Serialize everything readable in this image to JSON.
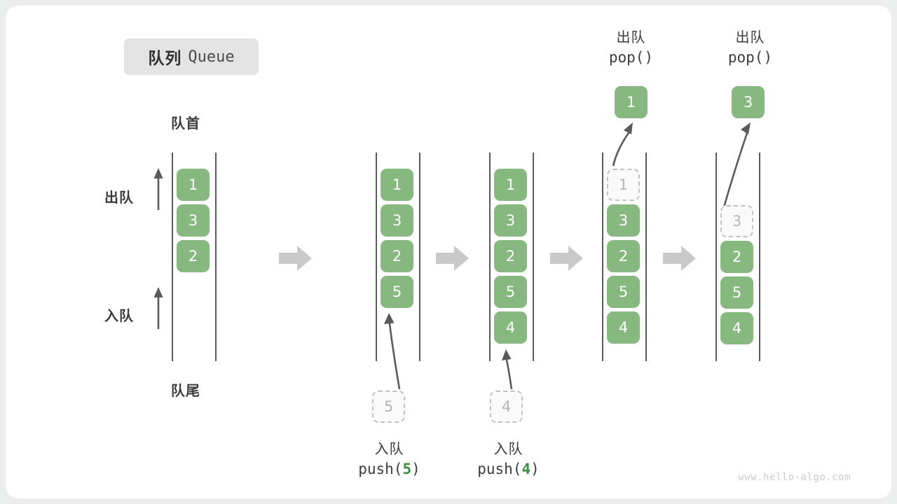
{
  "title": {
    "cn": "队列",
    "en": "Queue"
  },
  "labels": {
    "front": "队首",
    "rear": "队尾",
    "dequeue": "出队",
    "enqueue": "入队"
  },
  "colors": {
    "cell_green": "#86b87f",
    "ghost_fill": "#fafafa",
    "ghost_border": "#c2c2c2",
    "ghost_text": "#b5b5b5",
    "rail": "#5b5b5b",
    "arrow_dark": "#5b5b5b",
    "step_arrow": "#c9c9c9",
    "badge_bg": "#e4e4e4",
    "text_dark": "#3c3c3c",
    "accent_green_text": "#3e8e41",
    "watermark": "#cccccc",
    "page_bg": "#eceded",
    "card_bg": "#ffffff"
  },
  "columns": [
    {
      "id": "initial",
      "cells": [
        "1",
        "3",
        "2"
      ],
      "ghost_index": null,
      "caption": null,
      "incoming": null,
      "popped": null
    },
    {
      "id": "after-push-5",
      "cells": [
        "1",
        "3",
        "2",
        "5"
      ],
      "ghost_index": null,
      "caption": {
        "cn": "入队",
        "code_prefix": "push(",
        "arg": "5",
        "code_suffix": ")"
      },
      "incoming": "5",
      "popped": null
    },
    {
      "id": "after-push-4",
      "cells": [
        "1",
        "3",
        "2",
        "5",
        "4"
      ],
      "ghost_index": null,
      "caption": {
        "cn": "入队",
        "code_prefix": "push(",
        "arg": "4",
        "code_suffix": ")"
      },
      "incoming": "4",
      "popped": null
    },
    {
      "id": "after-pop-1",
      "cells": [
        "1",
        "3",
        "2",
        "5",
        "4"
      ],
      "ghost_index": 0,
      "caption": {
        "cn": "出队",
        "code_prefix": "pop(",
        "arg": "",
        "code_suffix": ")"
      },
      "incoming": null,
      "popped": "1"
    },
    {
      "id": "after-pop-3",
      "cells": [
        "3",
        "2",
        "5",
        "4"
      ],
      "ghost_index": 0,
      "caption": {
        "cn": "出队",
        "code_prefix": "pop(",
        "arg": "",
        "code_suffix": ")"
      },
      "incoming": null,
      "popped": "3"
    }
  ],
  "watermark": "www.hello-algo.com"
}
